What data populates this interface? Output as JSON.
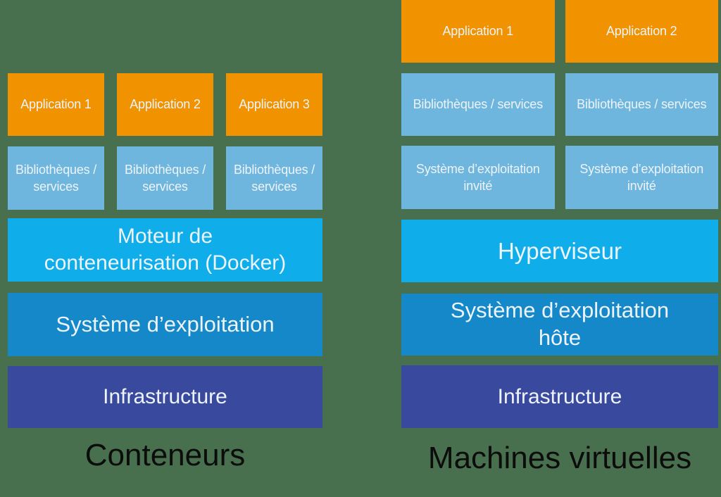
{
  "background_color": "#48704F",
  "colors": {
    "application": "#F19300",
    "libraries": "#6EB6DE",
    "engine": "#0FAEEA",
    "os": "#1588CA",
    "infrastructure": "#39499D",
    "box_text": "#EDF3F8",
    "label_text": "#0C0C0C"
  },
  "containers_column": {
    "label": "Conteneurs",
    "applications": [
      "Application 1",
      "Application 2",
      "Application 3"
    ],
    "libraries": [
      "Bibliothèques / services",
      "Bibliothèques / services",
      "Bibliothèques / services"
    ],
    "engine": "Moteur de\nconteneurisation (Docker)",
    "os": "Système d’exploitation",
    "infrastructure": "Infrastructure"
  },
  "vms_column": {
    "label": "Machines virtuelles",
    "applications": [
      "Application 1",
      "Application 2"
    ],
    "libraries": [
      "Bibliothèques / services",
      "Bibliothèques / services"
    ],
    "guest_os": [
      "Système d’exploitation invité",
      "Système d’exploitation invité"
    ],
    "hypervisor": "Hyperviseur",
    "host_os": "Système d’exploitation\nhôte",
    "infrastructure": "Infrastructure"
  }
}
